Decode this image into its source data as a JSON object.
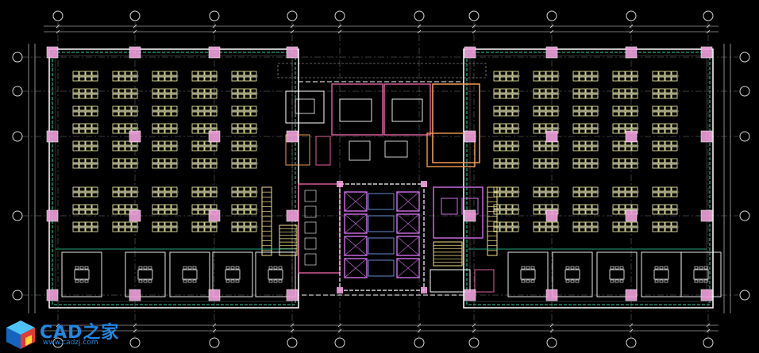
{
  "drawing": {
    "colors": {
      "background": "#000000",
      "grid_line": "#d8d8d8",
      "dimension": "#e8e8e8",
      "exterior_wall": "#ffffff",
      "curtain_wall": "#2fd3a6",
      "column": "#f0a0dc",
      "desk": "#ffffb0",
      "partition": "#ffffff",
      "core_room": "#e0609e",
      "meeting_room": "#f09a52",
      "stair": "#f5e08a",
      "elevator": "#d070e8",
      "hatch": "#7fb0ff"
    },
    "icons": [
      "grid-bubble",
      "column",
      "workstation",
      "conference-table",
      "stair",
      "elevator",
      "toilet"
    ]
  },
  "watermark": {
    "name": "CAD之家",
    "url": "www.cadzj.com",
    "logo_color": "#1e88e5"
  }
}
